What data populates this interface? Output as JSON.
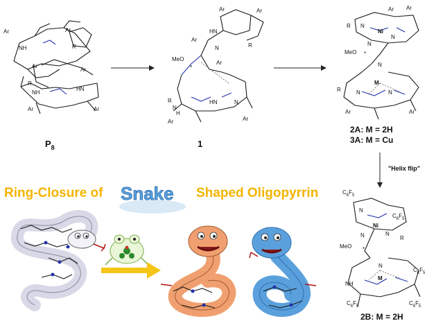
{
  "compounds": {
    "p8": {
      "label_main": "P",
      "label_sub": "8"
    },
    "c1": {
      "label": "1"
    },
    "c2": {
      "line1": "2A: M = 2H",
      "line2": "3A: M = Cu"
    },
    "c2b": {
      "label": "2B: M = 2H"
    }
  },
  "atoms": {
    "ar": "Ar",
    "nh": "NH",
    "hn": "HN",
    "n": "N",
    "r": "R",
    "ni": "Ni",
    "m": "M",
    "meo": "MeO",
    "star": "*",
    "c6f5_c": "C",
    "c6f5_6": "6",
    "c6f5_f": "F",
    "c6f5_5": "5"
  },
  "arrows": {
    "helix_flip": "\"Helix flip\""
  },
  "banner": {
    "left": "Ring-Closure of",
    "snake_word": "Snake",
    "right": "Shaped Oligopyrrin"
  },
  "colors": {
    "banner_yellow": "#f4b400",
    "snake_blue": "#5aa0dc",
    "snake_orange": "#f0a070",
    "snake_white": "#f2f2f8",
    "nitrogen_blue": "#2233aa",
    "arrow_yellow": "#f5c518"
  },
  "icons": [
    "reaction-arrow-icon",
    "helix-flip-arrow-icon",
    "snake-white-icon",
    "frog-catalyst-icon",
    "snake-orange-icon",
    "snake-blue-icon",
    "yellow-arrow-icon"
  ]
}
